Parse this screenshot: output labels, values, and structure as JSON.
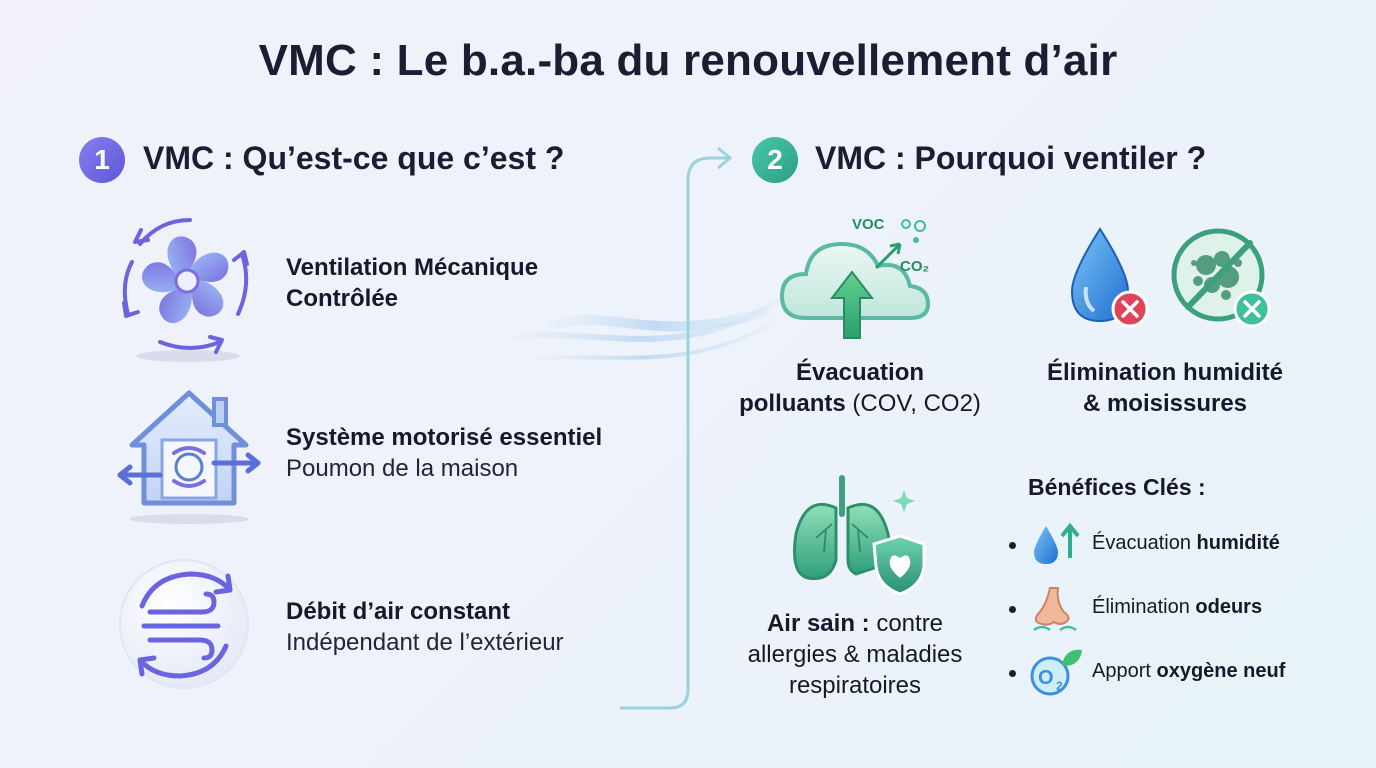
{
  "title": "VMC : Le b.a.-ba du renouvellement d’air",
  "section1": {
    "number": "1",
    "heading": "VMC : Qu’est-ce que c’est ?",
    "items": [
      {
        "icon": "fan-icon",
        "title": "Ventilation Mécanique Contrôlée",
        "subtitle": ""
      },
      {
        "icon": "house-airflow-icon",
        "title": "Système motorisé essentiel",
        "subtitle": "Poumon de la maison"
      },
      {
        "icon": "wind-cycle-icon",
        "title": "Débit d’air constant",
        "subtitle": "Indépendant de l’extérieur"
      }
    ]
  },
  "section2": {
    "number": "2",
    "heading": "VMC : Pourquoi ventiler ?",
    "cloud_labels": {
      "voc": "VOC",
      "co2": "CO₂"
    },
    "evacuation": {
      "line1": "Évacuation",
      "line2_bold": "polluants",
      "line2_rest": " (COV, CO2)"
    },
    "elimination": {
      "line1": "Élimination humidité",
      "line2": "& moisissures"
    },
    "air_sain": {
      "bold": "Air sain :",
      "rest1": " contre",
      "line2": "allergies & maladies",
      "line3": "respiratoires"
    },
    "benefits": {
      "title": "Bénéfices Clés :",
      "items": [
        {
          "icon": "water-drop-up-icon",
          "normal": "Évacuation ",
          "bold": "humidité"
        },
        {
          "icon": "nose-icon",
          "normal": "Élimination ",
          "bold": "odeurs"
        },
        {
          "icon": "o2-leaf-icon",
          "normal": "Apport ",
          "bold": "oxygène neuf"
        }
      ]
    }
  },
  "colors": {
    "text": "#17182b",
    "purple": "#6a64de",
    "teal": "#2fae8e",
    "blue": "#3d8fe0",
    "red": "#e0435a"
  }
}
